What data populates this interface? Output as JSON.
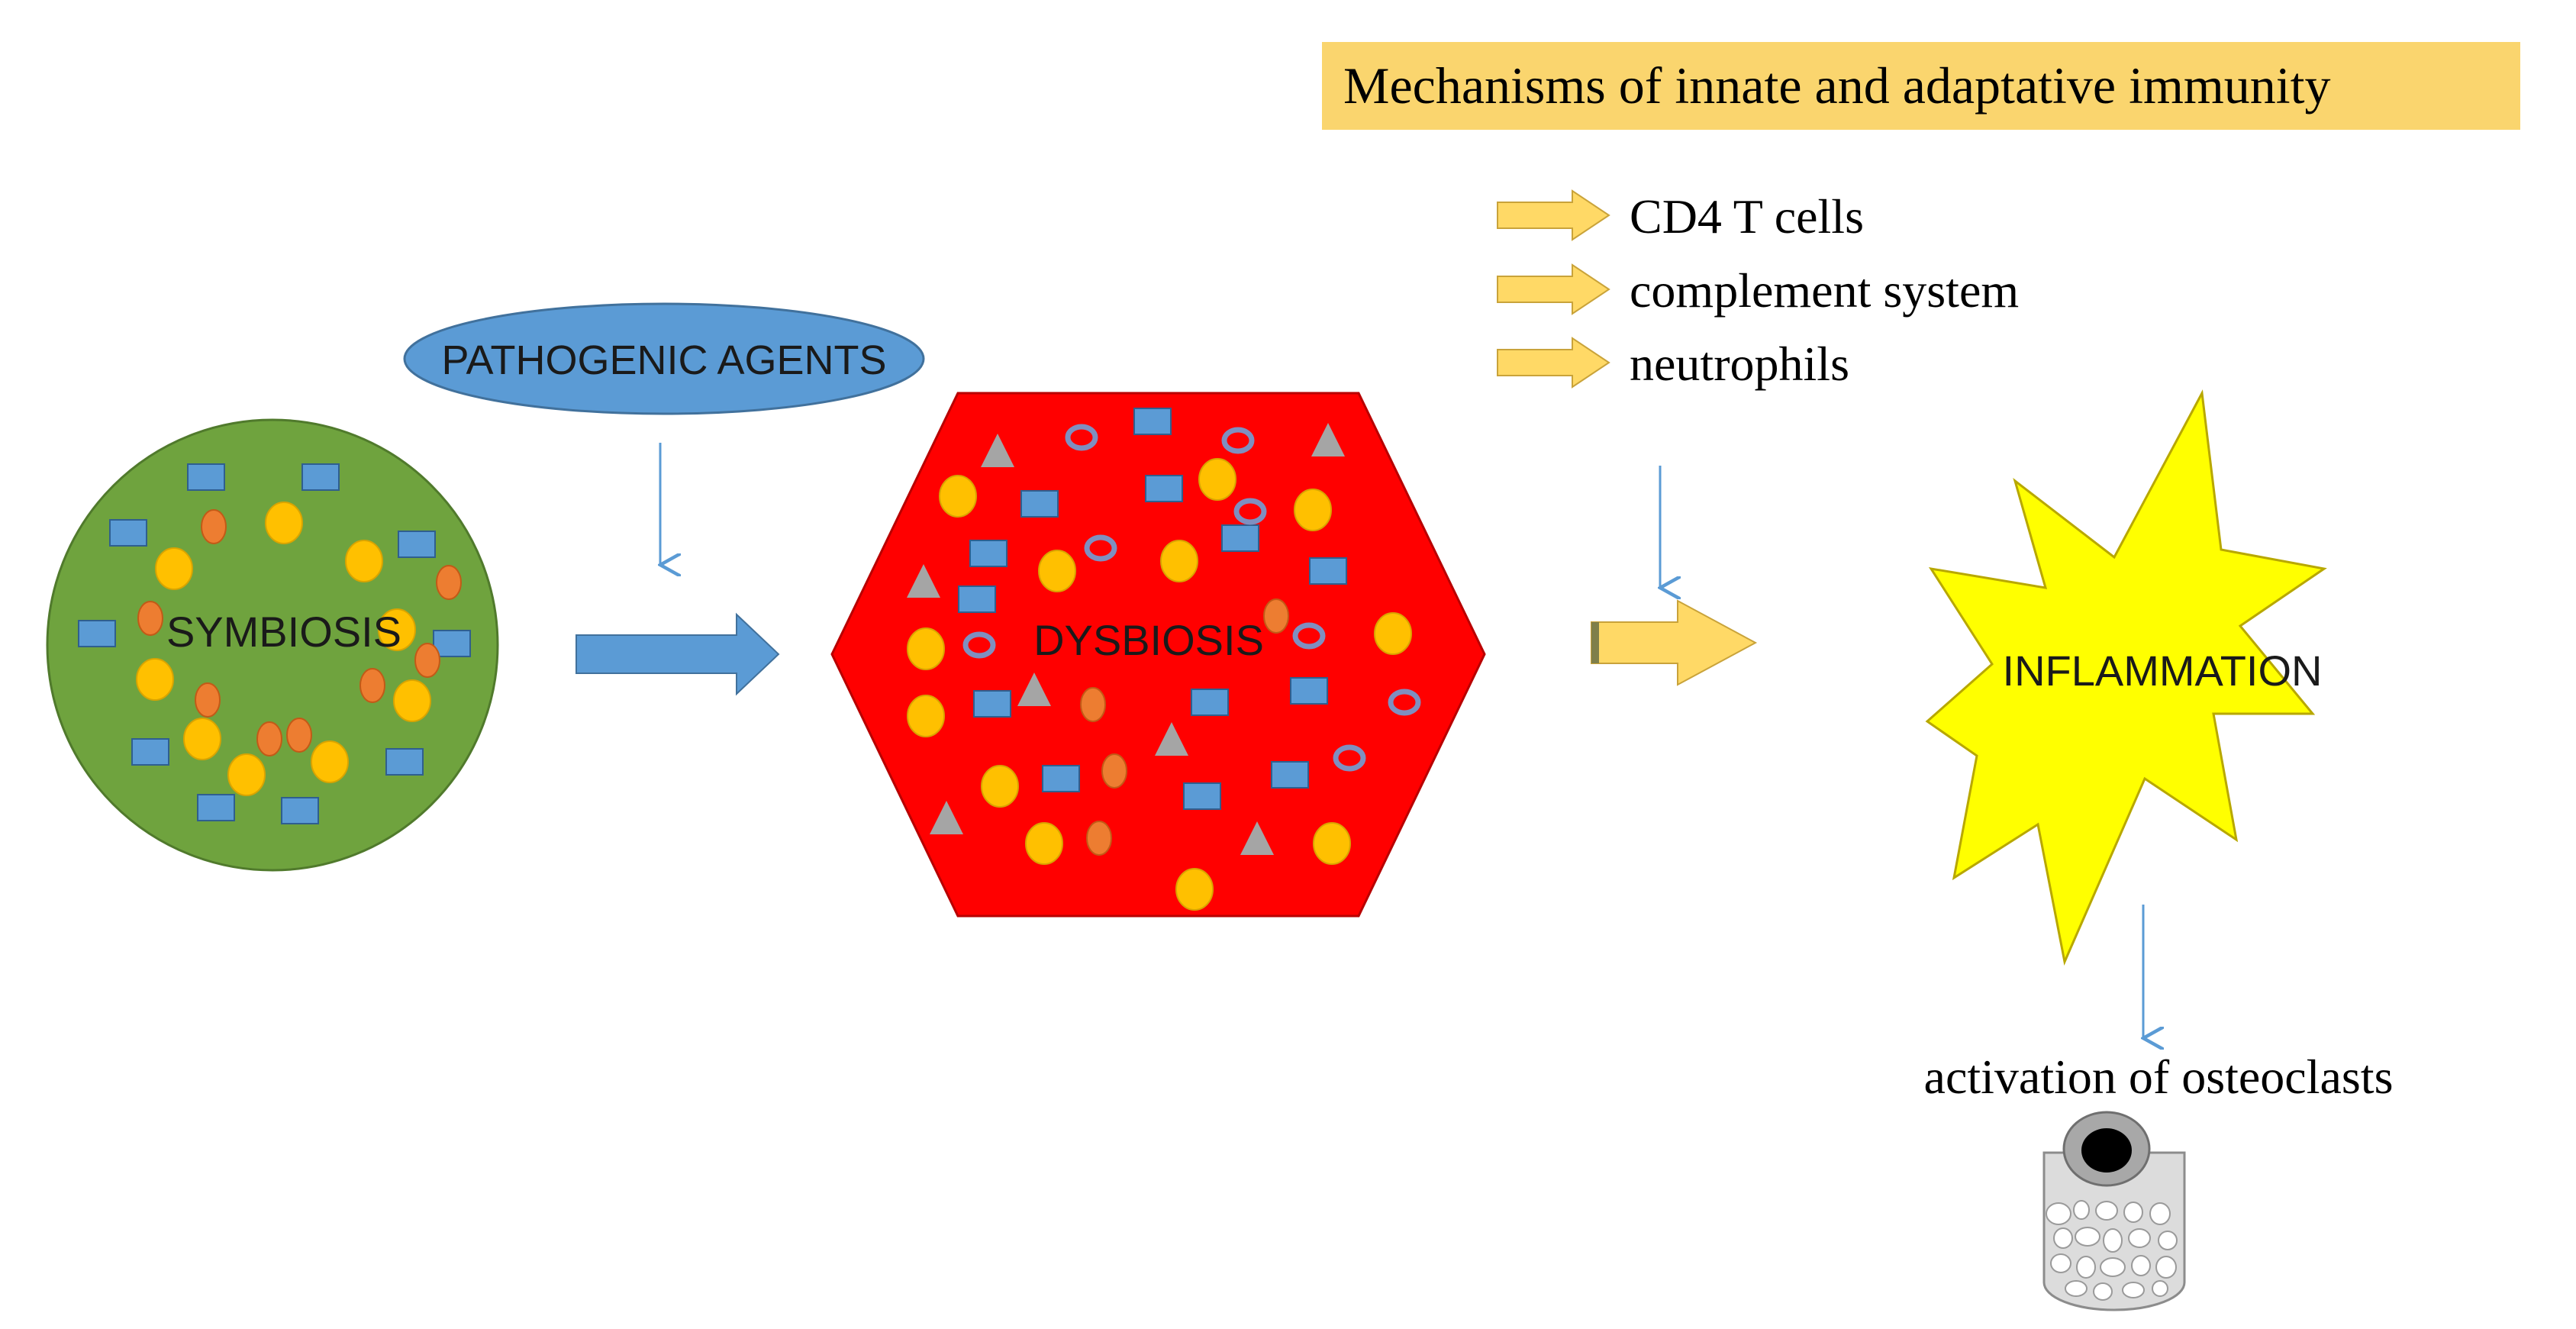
{
  "header": {
    "title": "Mechanisms of innate and adaptative immunity"
  },
  "mechanisms": [
    {
      "label": "CD4 T cells"
    },
    {
      "label": "complement system"
    },
    {
      "label": "neutrophils"
    }
  ],
  "nodes": {
    "pathogenic_agents": "PATHOGENIC AGENTS",
    "symbiosis": "SYMBIOSIS",
    "dysbiosis": "DYSBIOSIS",
    "inflammation": "INFLAMMATION",
    "osteoclasts": "activation of osteoclasts"
  },
  "colors": {
    "banner": "#fad56e",
    "symbiosis_fill": "#6fa33e",
    "dysbiosis_fill": "#ff0000",
    "inflammation_fill": "#ffff00",
    "pathogen_ellipse": "#5b9bd5",
    "blue_arrow": "#5b9bd5",
    "yellow_arrow": "#ffd966",
    "microbe_blue": "#5b9bd5",
    "microbe_yellow": "#ffc000",
    "microbe_orange": "#ed7d31",
    "microbe_gray": "#a5a5a5",
    "thin_arrow": "#5b9bd5"
  },
  "icons": [
    "osteoclast-bone-icon"
  ]
}
